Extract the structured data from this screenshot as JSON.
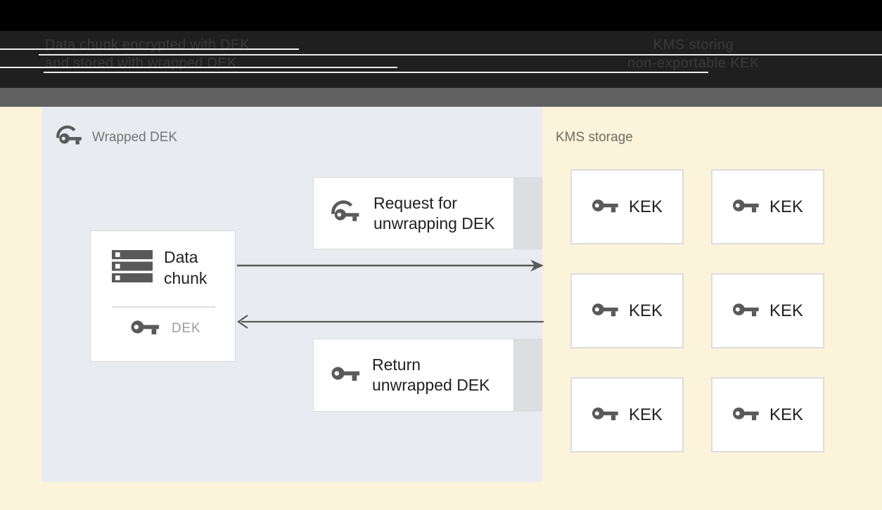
{
  "header": {
    "left_line1": "Data chunk encrypted with DEK",
    "left_line2": "and stored with wrapped DEK",
    "right_line1": "KMS storing",
    "right_line2": "non-exportable KEK"
  },
  "diagram": {
    "wrapped_dek_panel": {
      "title": "Wrapped DEK",
      "data_chunk": {
        "label": "Data chunk",
        "key_label": "DEK"
      },
      "request_box": {
        "label": "Request for unwrapping DEK"
      },
      "return_box": {
        "label": "Return unwrapped DEK"
      }
    },
    "kms": {
      "title": "KMS storage",
      "keks": [
        {
          "label": "KEK"
        },
        {
          "label": "KEK"
        },
        {
          "label": "KEK"
        },
        {
          "label": "KEK"
        },
        {
          "label": "KEK"
        },
        {
          "label": "KEK"
        }
      ]
    }
  },
  "icons": {
    "wrapped_key": "wrapped-key-icon",
    "plain_key": "key-icon",
    "data_chunk": "storage-stack-icon",
    "request_arrow": "arrow-right-icon",
    "return_arrow": "arrow-left-icon"
  },
  "colors": {
    "header_bg": "#1f1f1f",
    "header_top": "#000000",
    "header_text": "#3a3a3a",
    "divider_bar": "#616161",
    "wrapped_panel_bg": "#e8ecf0",
    "kms_bg": "#fbf3da",
    "box_bg": "#ffffff",
    "box_border": "#d6d8db",
    "gray_strip": "#dcdee1",
    "icon_gray": "#5a5a5a",
    "arrow": "#595959",
    "text_primary": "#212121",
    "text_muted": "#757575",
    "dek_text": "#9e9e9e",
    "kms_title_text": "#6f6b60"
  }
}
